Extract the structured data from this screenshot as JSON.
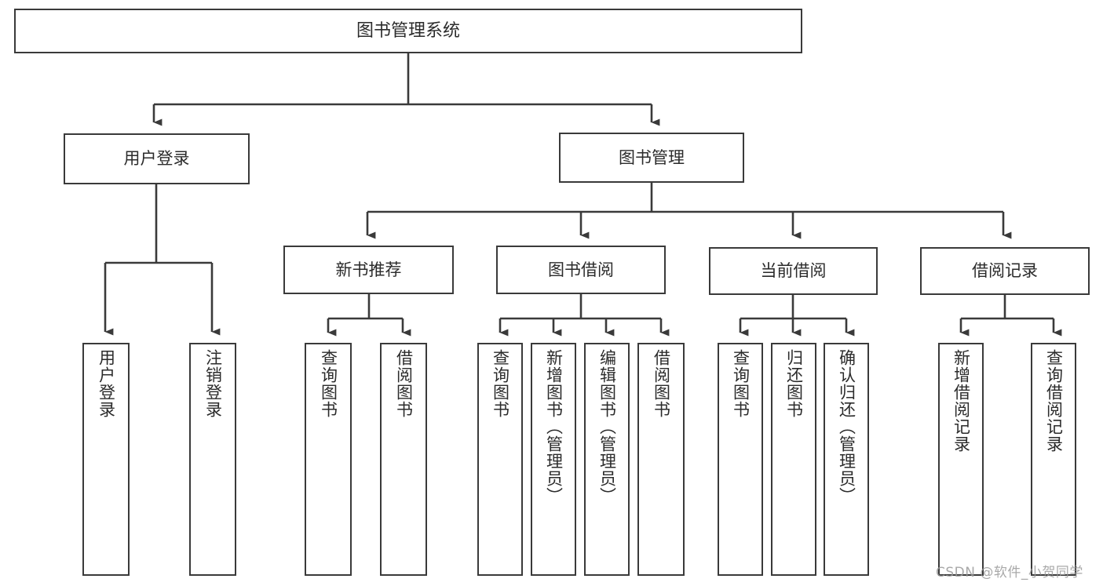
{
  "diagram": {
    "title": "图书管理系统",
    "type": "tree-hierarchy",
    "colors": {
      "box_border": "#3a3a3a",
      "box_fill": "#ffffff",
      "connector": "#3a3a3a",
      "text": "#2b2b2b",
      "watermark": "#9a9a9a",
      "background": "#ffffff"
    },
    "nodes": {
      "root": "图书管理系统",
      "level1": [
        "用户登录",
        "图书管理"
      ],
      "level2": [
        "新书推荐",
        "图书借阅",
        "当前借阅",
        "借阅记录"
      ],
      "leaves": {
        "user_login": [
          "用户登录",
          "注销登录"
        ],
        "new_book_recommend": [
          "查询图书",
          "借阅图书"
        ],
        "book_borrow": [
          "查询图书",
          "新增图书（管理员）",
          "编辑图书（管理员）",
          "借阅图书"
        ],
        "current_borrow": [
          "查询图书",
          "归还图书",
          "确认归还（管理员）"
        ],
        "borrow_record": [
          "新增借阅记录",
          "查询借阅记录"
        ]
      }
    },
    "watermark": "CSDN @软件_小贺同学"
  }
}
